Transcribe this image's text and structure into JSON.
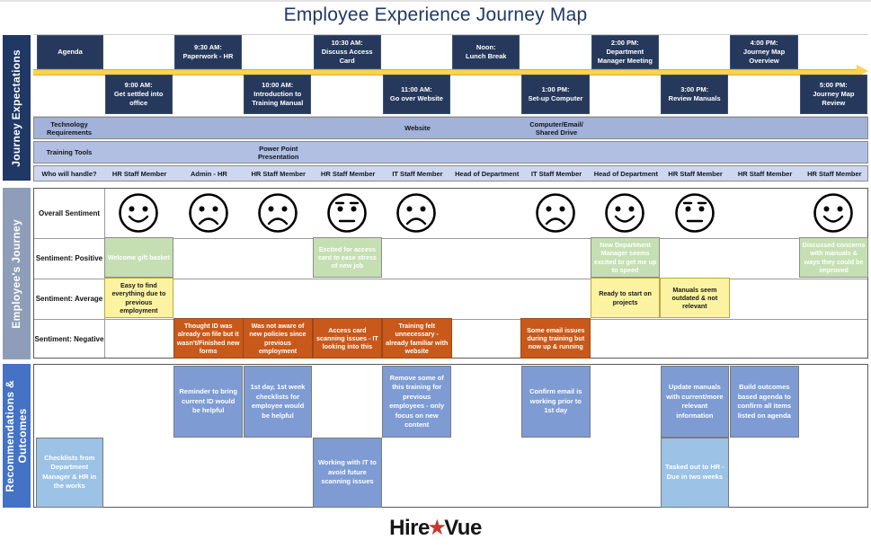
{
  "title": "Employee Experience Journey Map",
  "colors": {
    "title_text": "#1F3864",
    "dark_box": "#26395C",
    "sidebar_expectations": "#1F3864",
    "sidebar_journey": "#8E9EB9",
    "sidebar_recommendations": "#4472C4",
    "timeline_yellow": "#FFD34D",
    "tech_row_bg": "#A2B2D8",
    "tools_row_bg": "#B1BFE2",
    "handlers_row_bg": "#CDD7F0",
    "positive_box": "#C5DFB3",
    "average_box": "#FCF3A2",
    "negative_box": "#C8591B",
    "rec_medium": "#7E9CD3",
    "rec_light": "#9CC2E5",
    "logo_star": "#C43B2D"
  },
  "sections": {
    "expectations": {
      "sidebar_label": "Journey Expectations",
      "agenda_label": "Agenda",
      "agenda_top": [
        {
          "col": 2,
          "time": "9:30 AM:",
          "desc": "Paperwork - HR"
        },
        {
          "col": 4,
          "time": "10:30 AM:",
          "desc": "Discuss Access Card"
        },
        {
          "col": 6,
          "time": "Noon:",
          "desc": "Lunch Break"
        },
        {
          "col": 8,
          "time": "2:00 PM:",
          "desc": "Department Manager Meeting"
        },
        {
          "col": 10,
          "time": "4:00 PM:",
          "desc": "Journey Map Overview"
        }
      ],
      "agenda_bottom": [
        {
          "col": 1,
          "time": "9:00 AM:",
          "desc": "Get settled into office"
        },
        {
          "col": 3,
          "time": "10:00 AM:",
          "desc": "Introduction to Training Manual"
        },
        {
          "col": 5,
          "time": "11:00 AM:",
          "desc": "Go over Website"
        },
        {
          "col": 7,
          "time": "1:00 PM:",
          "desc": "Set-up Computer"
        },
        {
          "col": 9,
          "time": "3:00 PM:",
          "desc": "Review Manuals"
        },
        {
          "col": 11,
          "time": "5:00 PM:",
          "desc": "Journey Map Review"
        }
      ],
      "tech_row": {
        "label": "Technology Requirements",
        "items": [
          {
            "col": 5,
            "text": "Website"
          },
          {
            "col": 7,
            "text": "Computer/Email/ Shared Drive"
          }
        ]
      },
      "tools_row": {
        "label": "Training Tools",
        "items": [
          {
            "col": 3,
            "text": "Power Point Presentation"
          }
        ]
      },
      "handlers_row": {
        "label": "Who will handle?",
        "cells": [
          "HR Staff Member",
          "Admin - HR",
          "HR Staff Member",
          "HR Staff Member",
          "IT Staff Member",
          "Head of Department",
          "IT Staff Member",
          "Head of Department",
          "HR Staff Member",
          "HR Staff Member",
          "HR Staff Member"
        ]
      }
    },
    "journey": {
      "sidebar_label": "Employee's Journey",
      "overall_label": "Overall Sentiment",
      "faces": [
        {
          "col": 1,
          "mood": "happy"
        },
        {
          "col": 2,
          "mood": "sad"
        },
        {
          "col": 3,
          "mood": "sad"
        },
        {
          "col": 4,
          "mood": "neutral"
        },
        {
          "col": 5,
          "mood": "sad"
        },
        {
          "col": 7,
          "mood": "sad"
        },
        {
          "col": 8,
          "mood": "happy"
        },
        {
          "col": 9,
          "mood": "neutral"
        },
        {
          "col": 11,
          "mood": "happy"
        }
      ],
      "rows": [
        {
          "label": "Sentiment: Positive",
          "type": "positive",
          "boxes": [
            {
              "col": 1,
              "text": "Welcome gift basket"
            },
            {
              "col": 4,
              "text": "Excited for access card to ease stress of new job"
            },
            {
              "col": 8,
              "text": "New Department Manager seems excited to get me up to speed"
            },
            {
              "col": 11,
              "text": "Discussed concerns with manuals & ways they could be improved"
            }
          ]
        },
        {
          "label": "Sentiment: Average",
          "type": "average",
          "boxes": [
            {
              "col": 1,
              "text": "Easy to find everything due to previous employment"
            },
            {
              "col": 8,
              "text": "Ready to start on projects"
            },
            {
              "col": 9,
              "text": "Manuals seem outdated & not relevant"
            }
          ]
        },
        {
          "label": "Sentiment: Negative",
          "type": "negative",
          "boxes": [
            {
              "col": 2,
              "text": "Thought ID was already on file but it wasn't/Finished new forms"
            },
            {
              "col": 3,
              "text": "Was not aware of new policies since previous employment"
            },
            {
              "col": 4,
              "text": "Access card scanning issues - IT looking into this"
            },
            {
              "col": 5,
              "text": "Training felt unnecessary - already familiar with website"
            },
            {
              "col": 7,
              "text": "Some email issues during training but now up & running"
            }
          ]
        }
      ]
    },
    "recommendations": {
      "sidebar_label": "Recommendations &\nOutcomes",
      "upper": [
        {
          "col": 2,
          "text": "Reminder to bring current ID would be helpful"
        },
        {
          "col": 3,
          "text": "1st day, 1st week checklists for employee would be helpful"
        },
        {
          "col": 5,
          "text": "Remove some of this training for previous employees - only focus on new content"
        },
        {
          "col": 7,
          "text": "Confirm email is working prior to 1st day"
        },
        {
          "col": 9,
          "text": "Update manuals with current/more relevant information"
        },
        {
          "col": 10,
          "text": "Build outcomes based agenda to confirm all items listed on agenda"
        }
      ],
      "lower": [
        {
          "col": 0,
          "text": "Checklists from Department Manager & HR in the works",
          "shade": "light"
        },
        {
          "col": 4,
          "text": "Working with IT to avoid future scanning issues",
          "shade": "medium"
        },
        {
          "col": 9,
          "text": "Tasked out to HR - Due in two weeks",
          "shade": "light"
        }
      ]
    }
  },
  "logo": {
    "part1": "Hire",
    "star": "★",
    "part2": "Vue"
  }
}
